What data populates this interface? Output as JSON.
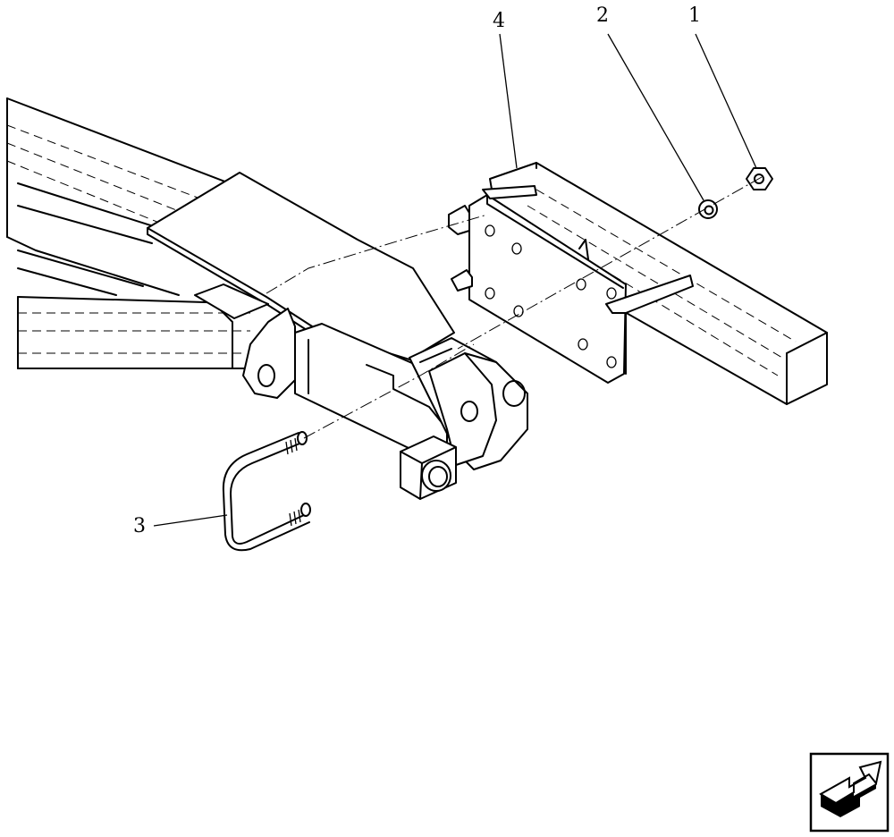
{
  "callouts": [
    {
      "id": "1",
      "label": "1"
    },
    {
      "id": "2",
      "label": "2"
    },
    {
      "id": "3",
      "label": "3"
    },
    {
      "id": "4",
      "label": "4"
    }
  ],
  "parts": {
    "hex_nut": "hex-nut",
    "lock_washer": "lock-washer",
    "u_bolt": "u-bolt",
    "mounting_bracket": "mounting-bracket",
    "frame": "frame-assembly"
  },
  "navigation": {
    "icon": "next-page-arrow-icon"
  },
  "colors": {
    "line": "#000000",
    "background": "#ffffff"
  }
}
